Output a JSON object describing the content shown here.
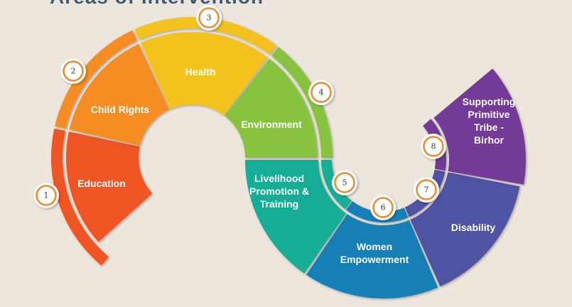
{
  "title": "Areas of Intervention",
  "segments": [
    {
      "number": "1",
      "label": [
        "Education"
      ],
      "color": "#ee5424"
    },
    {
      "number": "2",
      "label": [
        "Child Rights"
      ],
      "color": "#f68d20"
    },
    {
      "number": "3",
      "label": [
        "Health"
      ],
      "color": "#f4c21b"
    },
    {
      "number": "4",
      "label": [
        "Environment"
      ],
      "color": "#88c341"
    },
    {
      "number": "5",
      "label": [
        "Livelihood",
        "Promotion &",
        "Training"
      ],
      "color": "#14ad96"
    },
    {
      "number": "6",
      "label": [
        "Women",
        "Empowerment"
      ],
      "color": "#137fb6"
    },
    {
      "number": "7",
      "label": [
        "Disability"
      ],
      "color": "#4f53a4"
    },
    {
      "number": "8",
      "label": [
        "Supporting",
        "Primitive",
        "Tribe -",
        "Birhor"
      ],
      "color": "#733b97"
    }
  ],
  "colors": {
    "background": "#ece6dc",
    "badge_ring": "#ec8a2b",
    "seam": "#c9c2b6"
  }
}
